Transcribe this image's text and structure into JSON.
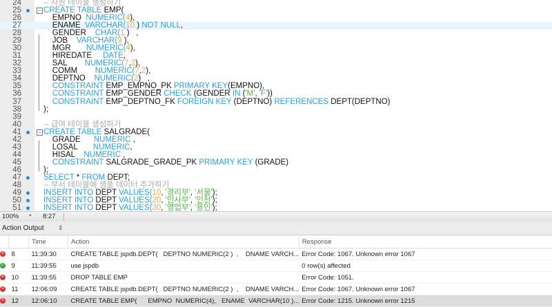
{
  "editor": {
    "highlight_line": 27,
    "lines": [
      {
        "n": 24,
        "t": [
          [
            "c",
            "-- 사원 테이블 생성하기"
          ]
        ]
      },
      {
        "n": 25,
        "dot": true,
        "fold": true,
        "t": [
          [
            "k",
            "CREATE TABLE "
          ],
          [
            "t",
            "EMP("
          ]
        ]
      },
      {
        "n": 26,
        "t": [
          [
            "t",
            "    EMPNO  "
          ],
          [
            "k",
            "NUMERIC("
          ],
          [
            "n",
            "4"
          ],
          [
            "t",
            "),"
          ]
        ]
      },
      {
        "n": 27,
        "t": [
          [
            "t",
            "    ENAME  "
          ],
          [
            "k",
            "VARCHAR("
          ],
          [
            "n",
            "10"
          ],
          [
            "t",
            " ) "
          ],
          [
            "k",
            "NOT NULL"
          ],
          [
            "t",
            ","
          ]
        ]
      },
      {
        "n": 28,
        "t": [
          [
            "t",
            "    GENDER    "
          ],
          [
            "k",
            "CHAR("
          ],
          [
            "n",
            "1"
          ],
          [
            "t",
            " )   ,"
          ]
        ]
      },
      {
        "n": 29,
        "t": [
          [
            "t",
            "    JOB    "
          ],
          [
            "k",
            "VARCHAR("
          ],
          [
            "n",
            "9"
          ],
          [
            "t",
            " ),"
          ]
        ]
      },
      {
        "n": 30,
        "t": [
          [
            "t",
            "    MGR       "
          ],
          [
            "k",
            "NUMERIC("
          ],
          [
            "n",
            "4"
          ],
          [
            "t",
            "),"
          ]
        ]
      },
      {
        "n": 31,
        "t": [
          [
            "t",
            "    HIREDATE     "
          ],
          [
            "k",
            "DATE"
          ],
          [
            "t",
            ","
          ]
        ]
      },
      {
        "n": 32,
        "t": [
          [
            "t",
            "    SAL        "
          ],
          [
            "k",
            "NUMERIC("
          ],
          [
            "n",
            "7"
          ],
          [
            "t",
            ","
          ],
          [
            "n",
            "2"
          ],
          [
            "t",
            "),"
          ]
        ]
      },
      {
        "n": 33,
        "t": [
          [
            "t",
            "    COMM        "
          ],
          [
            "k",
            "NUMERIC("
          ],
          [
            "n",
            "7"
          ],
          [
            "t",
            ","
          ],
          [
            "n",
            "2"
          ],
          [
            "t",
            "),"
          ]
        ]
      },
      {
        "n": 34,
        "t": [
          [
            "t",
            "    DEPTNO    "
          ],
          [
            "k",
            "NUMERIC("
          ],
          [
            "n",
            "2"
          ],
          [
            "t",
            ")   ,"
          ]
        ]
      },
      {
        "n": 35,
        "t": [
          [
            "t",
            "    "
          ],
          [
            "k",
            "CONSTRAINT "
          ],
          [
            "t",
            "EMP_EMPNO_PK "
          ],
          [
            "k",
            "PRIMARY KEY"
          ],
          [
            "t",
            "(EMPNO),"
          ]
        ]
      },
      {
        "n": 36,
        "t": [
          [
            "t",
            "    "
          ],
          [
            "k",
            "CONSTRAINT "
          ],
          [
            "t",
            "EMP_GENDER "
          ],
          [
            "k",
            "CHECK "
          ],
          [
            "t",
            "(GENDER "
          ],
          [
            "k",
            "IN "
          ],
          [
            "t",
            "("
          ],
          [
            "s",
            "'M'"
          ],
          [
            "t",
            ", "
          ],
          [
            "s",
            "'F'"
          ],
          [
            "t",
            "))"
          ]
        ]
      },
      {
        "n": 37,
        "t": [
          [
            "t",
            "    "
          ],
          [
            "k",
            "CONSTRAINT "
          ],
          [
            "t",
            "EMP_DEPTNO_FK "
          ],
          [
            "k",
            "FOREIGN KEY "
          ],
          [
            "t",
            "(DEPTNO) "
          ],
          [
            "k",
            "REFERENCES "
          ],
          [
            "t",
            "DEPT(DEPTNO)"
          ]
        ]
      },
      {
        "n": 38,
        "t": [
          [
            "t",
            ");"
          ]
        ]
      },
      {
        "n": 39,
        "t": []
      },
      {
        "n": 40,
        "t": [
          [
            "c",
            "-- 급여 테이블 생성하기"
          ]
        ]
      },
      {
        "n": 41,
        "dot": true,
        "fold": true,
        "t": [
          [
            "k",
            "CREATE TABLE "
          ],
          [
            "t",
            "SALGRADE("
          ]
        ]
      },
      {
        "n": 42,
        "t": [
          [
            "t",
            "    GRADE      "
          ],
          [
            "k",
            "NUMERIC"
          ],
          [
            "t",
            " ,"
          ]
        ]
      },
      {
        "n": 43,
        "t": [
          [
            "t",
            "    LOSAL       "
          ],
          [
            "k",
            "NUMERIC"
          ],
          [
            "t",
            ","
          ]
        ]
      },
      {
        "n": 44,
        "t": [
          [
            "t",
            "    HISAL    "
          ],
          [
            "k",
            "NUMERIC"
          ],
          [
            "t",
            " ,"
          ]
        ]
      },
      {
        "n": 45,
        "t": [
          [
            "t",
            "    "
          ],
          [
            "k",
            "CONSTRAINT "
          ],
          [
            "t",
            "SALGRADE_GRADE_PK "
          ],
          [
            "k",
            "PRIMARY KEY "
          ],
          [
            "t",
            "(GRADE)"
          ]
        ]
      },
      {
        "n": 46,
        "t": [
          [
            "t",
            ");"
          ]
        ]
      },
      {
        "n": 47,
        "dot": true,
        "t": [
          [
            "k",
            "SELECT "
          ],
          [
            "t",
            "* "
          ],
          [
            "k",
            "FROM "
          ],
          [
            "t",
            "DEPT;"
          ]
        ]
      },
      {
        "n": 48,
        "t": [
          [
            "c",
            "-- 부서 테이블에 샘플 데이터 추가하기"
          ]
        ]
      },
      {
        "n": 49,
        "dot": true,
        "t": [
          [
            "k",
            "INSERT INTO "
          ],
          [
            "t",
            "DEPT "
          ],
          [
            "k",
            "VALUES("
          ],
          [
            "n",
            "10"
          ],
          [
            "t",
            ", "
          ],
          [
            "s",
            "'경리부'"
          ],
          [
            "t",
            ", "
          ],
          [
            "s",
            "'서울'"
          ],
          [
            "t",
            ");"
          ]
        ]
      },
      {
        "n": 50,
        "dot": true,
        "t": [
          [
            "k",
            "INSERT INTO "
          ],
          [
            "t",
            "DEPT "
          ],
          [
            "k",
            "VALUES("
          ],
          [
            "n",
            "20"
          ],
          [
            "t",
            ", "
          ],
          [
            "s",
            "'인사부'"
          ],
          [
            "t",
            ", "
          ],
          [
            "s",
            "'인천'"
          ],
          [
            "t",
            ");"
          ]
        ]
      },
      {
        "n": 51,
        "dot": true,
        "t": [
          [
            "k",
            "INSERT INTO "
          ],
          [
            "t",
            "DEPT "
          ],
          [
            "k",
            "VALUES("
          ],
          [
            "n",
            "30"
          ],
          [
            "t",
            ", "
          ],
          [
            "s",
            "'영업부'"
          ],
          [
            "t",
            ", "
          ],
          [
            "s",
            "'용인'"
          ],
          [
            "t",
            ");"
          ]
        ]
      }
    ]
  },
  "status": {
    "zoom": "100%",
    "cursor": "8:27"
  },
  "output": {
    "title": "Action Output",
    "columns": [
      "",
      "Time",
      "Action",
      "Response"
    ],
    "rows": [
      {
        "status": "error",
        "num": "8",
        "time": "11:39:30",
        "action": "CREATE TABLE jspdb.DEPT(   DEPTNO NUMERIC(2 )  ,    DNAME VARCH...",
        "response": "Error Code: 1067. Unknown error 1067"
      },
      {
        "status": "ok",
        "num": "9",
        "time": "11:39:55",
        "action": "use jspdb",
        "response": "0 row(s) affected"
      },
      {
        "status": "error",
        "num": "10",
        "time": "11:39:55",
        "action": "DROP TABLE EMP",
        "response": "Error Code: 1051."
      },
      {
        "status": "error",
        "num": "11",
        "time": "12:06:09",
        "action": "CREATE TABLE jspdb.DEPT(   DEPTNO NUMERIC(2 )  ,    DNAME VARCH...",
        "response": "Error Code: 1067. Unknown error 1067"
      },
      {
        "status": "error",
        "num": "12",
        "time": "12:06:10",
        "action": "CREATE TABLE EMP(      EMPNO  NUMERIC(4),   ENAME  VARCHAR(10 )...",
        "response": "Error Code: 1215. Unknown error 1215",
        "selected": true
      }
    ]
  },
  "colors": {
    "keyword": "#2aa0d4",
    "number": "#f0a84a",
    "string": "#55b04a",
    "comment": "#a8a8a8",
    "error": "#d9322c",
    "ok": "#2fa83a"
  }
}
